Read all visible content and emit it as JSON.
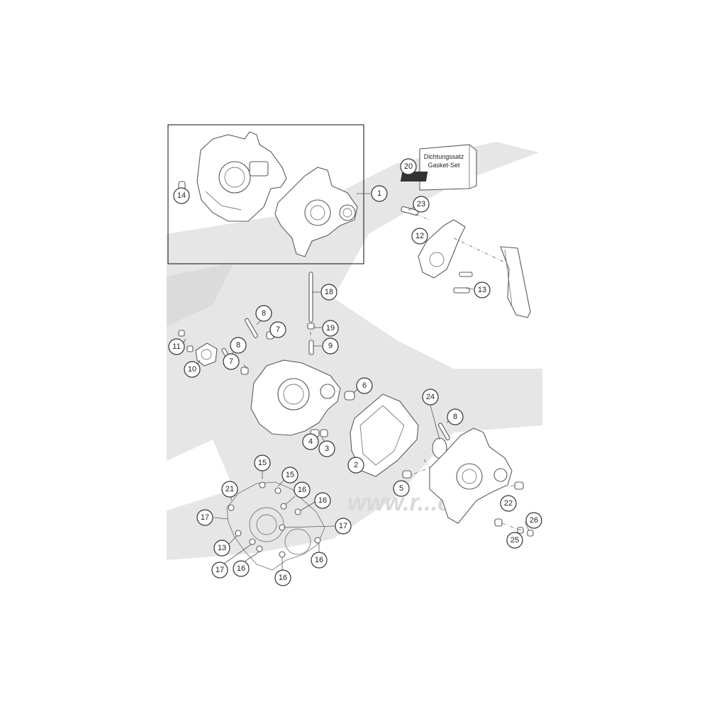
{
  "gasket_box": {
    "line1": "Dichtungssatz",
    "line2": "Gasket-Set",
    "logo": "KTM"
  },
  "watermark": {
    "text": "www.r...ci"
  },
  "callouts": [
    {
      "label": "1"
    },
    {
      "label": "14"
    },
    {
      "label": "20"
    },
    {
      "label": "23"
    },
    {
      "label": "12"
    },
    {
      "label": "13"
    },
    {
      "label": "18"
    },
    {
      "label": "8"
    },
    {
      "label": "7"
    },
    {
      "label": "19"
    },
    {
      "label": "9"
    },
    {
      "label": "11"
    },
    {
      "label": "8"
    },
    {
      "label": "10"
    },
    {
      "label": "7"
    },
    {
      "label": "6"
    },
    {
      "label": "24"
    },
    {
      "label": "8"
    },
    {
      "label": "4"
    },
    {
      "label": "3"
    },
    {
      "label": "2"
    },
    {
      "label": "15"
    },
    {
      "label": "15"
    },
    {
      "label": "21"
    },
    {
      "label": "16"
    },
    {
      "label": "16"
    },
    {
      "label": "17"
    },
    {
      "label": "17"
    },
    {
      "label": "5"
    },
    {
      "label": "22"
    },
    {
      "label": "26"
    },
    {
      "label": "25"
    },
    {
      "label": "13"
    },
    {
      "label": "17"
    },
    {
      "label": "16"
    },
    {
      "label": "16"
    },
    {
      "label": "16"
    }
  ]
}
